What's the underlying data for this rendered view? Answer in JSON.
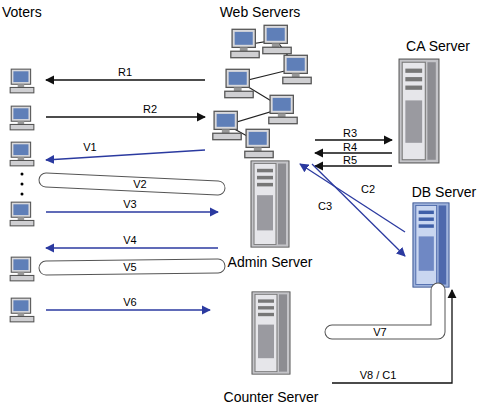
{
  "diagram": {
    "nodes": [
      {
        "text": [
          "Voters"
        ]
      },
      {
        "text": [
          "Web Servers"
        ]
      },
      {
        "text": [
          "CA Server"
        ]
      },
      {
        "text": [
          "DB Server"
        ]
      },
      {
        "text": [
          "Admin Server"
        ]
      },
      {
        "text": [
          "Counter Server"
        ]
      }
    ],
    "edges": [
      {
        "from": 1,
        "to": 0,
        "label": "R1",
        "arrow": "to"
      },
      {
        "from": 0,
        "to": 1,
        "label": "R2",
        "arrow": "to"
      },
      {
        "from": 1,
        "to": 2,
        "label": "R3",
        "arrow": "to"
      },
      {
        "from": 2,
        "to": 1,
        "label": "R4",
        "arrow": "to"
      },
      {
        "from": 2,
        "to": 1,
        "label": "R5",
        "arrow": "to"
      },
      {
        "from": 1,
        "to": 0,
        "label": "V1",
        "arrow": "to"
      },
      {
        "from": 0,
        "to": 4,
        "label": "V2",
        "arrow": "none"
      },
      {
        "from": 0,
        "to": 4,
        "label": "V3",
        "arrow": "to"
      },
      {
        "from": 4,
        "to": 0,
        "label": "V4",
        "arrow": "to"
      },
      {
        "from": 0,
        "to": 4,
        "label": "V5",
        "arrow": "none"
      },
      {
        "from": 0,
        "to": 5,
        "label": "V6",
        "arrow": "to"
      },
      {
        "from": 5,
        "to": 3,
        "label": "V7",
        "arrow": "none"
      },
      {
        "from": 5,
        "to": 3,
        "label": "V8 / C1",
        "arrow": "to"
      },
      {
        "from": 3,
        "to": 1,
        "label": "C2",
        "arrow": "to"
      },
      {
        "from": 1,
        "to": 3,
        "label": "C3",
        "arrow": "to"
      }
    ]
  }
}
